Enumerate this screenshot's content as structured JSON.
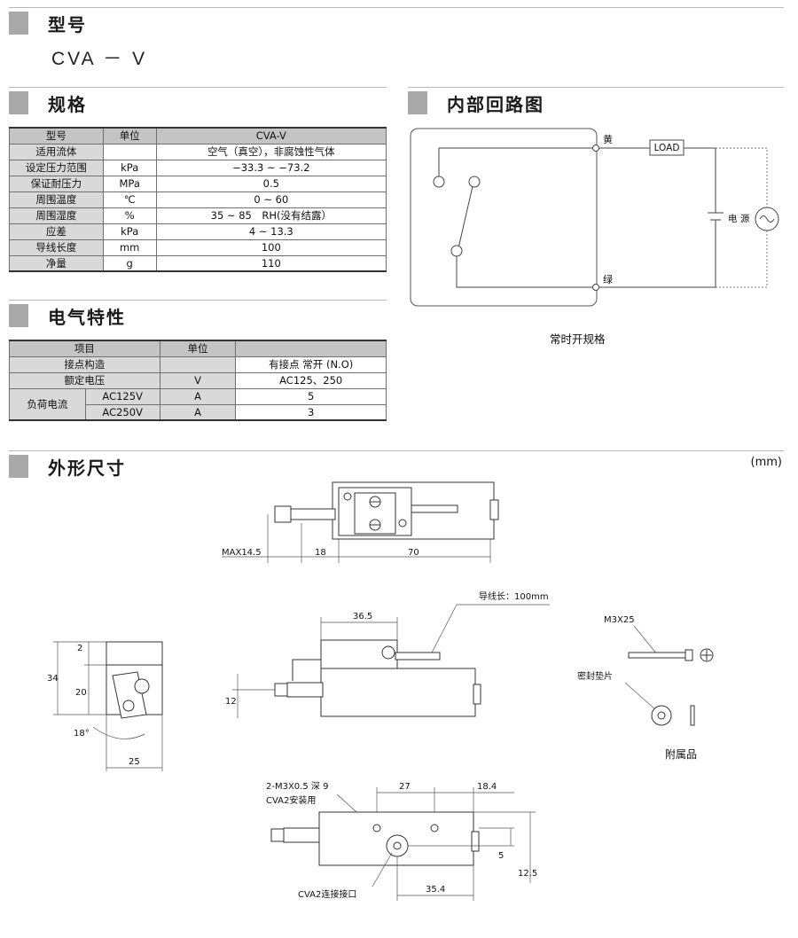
{
  "sections": {
    "model": "型号",
    "spec": "规格",
    "circuit": "内部回路图",
    "electrical": "电气特性",
    "dimensions": "外形尺寸"
  },
  "model_code": "CVA － V",
  "spec_table": {
    "header": [
      "型号",
      "单位",
      "CVA-V"
    ],
    "rows": [
      [
        "适用流体",
        "",
        "空气（真空），非腐蚀性气体"
      ],
      [
        "设定压力范围",
        "kPa",
        "−33.3 ~ −73.2"
      ],
      [
        "保证耐压力",
        "MPa",
        "0.5"
      ],
      [
        "周围温度",
        "℃",
        "0 ~ 60"
      ],
      [
        "周围湿度",
        "%",
        "35 ~ 85　RH(没有结露）"
      ],
      [
        "应差",
        "kPa",
        "4 ~ 13.3"
      ],
      [
        "导线长度",
        "mm",
        "100"
      ],
      [
        "净量",
        "g",
        "110"
      ]
    ]
  },
  "electrical_table": {
    "header": [
      "项目",
      "单位",
      ""
    ],
    "rows": [
      {
        "item": "接点构造",
        "unit": "",
        "value": "有接点 常开 (N.O)"
      },
      {
        "item": "额定电压",
        "unit": "V",
        "value": "AC125、250"
      }
    ],
    "load_current": {
      "label": "负荷电流",
      "rows": [
        {
          "sub": "AC125V",
          "unit": "A",
          "value": "5"
        },
        {
          "sub": "AC250V",
          "unit": "A",
          "value": "3"
        }
      ]
    }
  },
  "circuit": {
    "yellow": "黄",
    "green": "绿",
    "load": "LOAD",
    "power": "电 源",
    "caption": "常时开规格"
  },
  "dimensions": {
    "unit": "(mm)",
    "top": {
      "max": "MAX14.5",
      "d1": "18",
      "d2": "70"
    },
    "side": {
      "d34": "34",
      "d2": "2",
      "d20": "20",
      "angle": "18°",
      "d25": "25"
    },
    "front": {
      "d365": "36.5",
      "lead": "导线长：100mm",
      "d12": "12"
    },
    "accessory": {
      "screw": "M3X25",
      "seal": "密封垫片",
      "caption": "附属品"
    },
    "bottom": {
      "holes": "2-M3X0.5 深 9",
      "holes_note": "CVA2安装用",
      "d27": "27",
      "d184": "18.4",
      "d5": "5",
      "d125": "12.5",
      "d354": "35.4",
      "port": "CVA2连接接口"
    }
  },
  "colors": {
    "header_bar": "#a9a9a9",
    "table_header": "#c4c4c4"
  }
}
